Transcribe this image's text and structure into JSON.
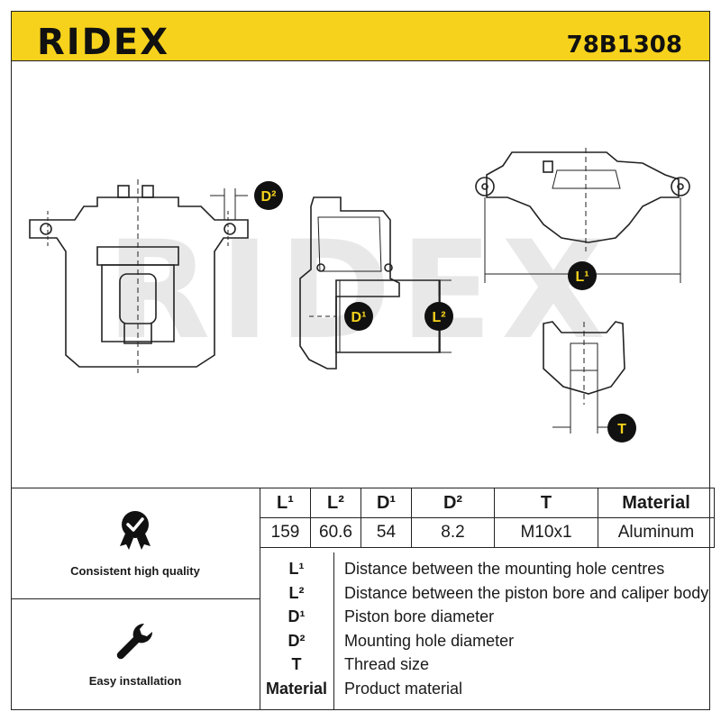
{
  "header": {
    "brand": "RIDEX",
    "part_number": "78B1308"
  },
  "watermark": "RIDEX",
  "diagram_labels": {
    "l1": "L¹",
    "l2": "L²",
    "d1": "D¹",
    "d2": "D²",
    "t": "T"
  },
  "features": [
    {
      "label": "Consistent high quality",
      "icon": "quality-badge-icon"
    },
    {
      "label": "Easy installation",
      "icon": "wrench-icon"
    }
  ],
  "spec_table": {
    "headers": [
      "L¹",
      "L²",
      "D¹",
      "D²",
      "T",
      "Material"
    ],
    "values": [
      "159",
      "60.6",
      "54",
      "8.2",
      "M10x1",
      "Aluminum"
    ]
  },
  "legend": [
    {
      "key": "L¹",
      "desc": "Distance between the mounting hole centres"
    },
    {
      "key": "L²",
      "desc": "Distance between the piston bore and caliper body"
    },
    {
      "key": "D¹",
      "desc": "Piston bore diameter"
    },
    {
      "key": "D²",
      "desc": "Mounting hole diameter"
    },
    {
      "key": "T",
      "desc": "Thread size"
    },
    {
      "key": "Material",
      "desc": "Product material"
    }
  ],
  "colors": {
    "brand_yellow": "#f6d21c",
    "badge_black": "#111111",
    "watermark_gray": "#e6e6e6"
  }
}
